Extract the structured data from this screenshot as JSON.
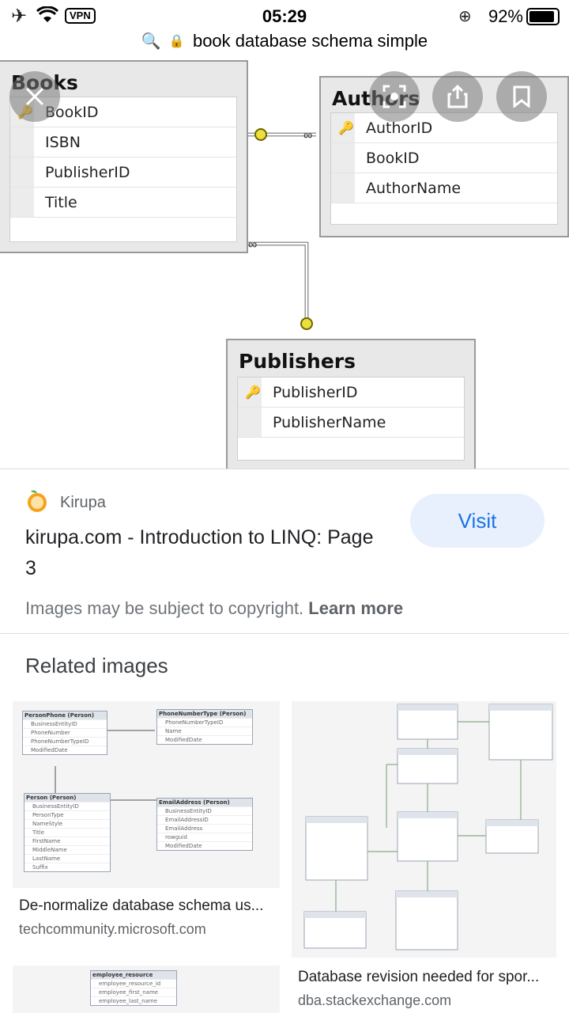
{
  "status": {
    "time": "05:29",
    "battery": "92%",
    "vpn": "VPN"
  },
  "urlbar": {
    "query": "book database schema simple"
  },
  "hero": {
    "books": {
      "name": "Books",
      "fields": [
        "BookID",
        "ISBN",
        "PublisherID",
        "Title"
      ]
    },
    "authors": {
      "name": "Authors",
      "fields": [
        "AuthorID",
        "BookID",
        "AuthorName"
      ]
    },
    "publishers": {
      "name": "Publishers",
      "fields": [
        "PublisherID",
        "PublisherName"
      ]
    }
  },
  "result": {
    "source": "Kirupa",
    "title": "kirupa.com - Introduction to LINQ: Page 3",
    "visit_label": "Visit",
    "copyright_text": "Images may be subject to copyright.",
    "learn_more": "Learn more"
  },
  "related": {
    "heading": "Related images",
    "items": [
      {
        "caption": "De-normalize database schema us...",
        "domain": "techcommunity.microsoft.com"
      },
      {
        "caption": "Database revision needed for spor...",
        "domain": "dba.stackexchange.com"
      }
    ],
    "thumb1": {
      "t1": "PersonPhone (Person)",
      "t1_fields": [
        "BusinessEntityID",
        "PhoneNumber",
        "PhoneNumberTypeID",
        "ModifiedDate"
      ],
      "t2": "PhoneNumberType (Person)",
      "t2_fields": [
        "PhoneNumberTypeID",
        "Name",
        "ModifiedDate"
      ],
      "t3": "Person (Person)",
      "t3_fields": [
        "BusinessEntityID",
        "PersonType",
        "NameStyle",
        "Title",
        "FirstName",
        "MiddleName",
        "LastName",
        "Suffix"
      ],
      "t4": "EmailAddress (Person)",
      "t4_fields": [
        "BusinessEntityID",
        "EmailAddressID",
        "EmailAddress",
        "rowguid",
        "ModifiedDate"
      ]
    },
    "thumb3": {
      "t1": "employee_resource",
      "t1_fields": [
        "employee_resource_id",
        "employee_first_name",
        "employee_last_name"
      ]
    }
  }
}
